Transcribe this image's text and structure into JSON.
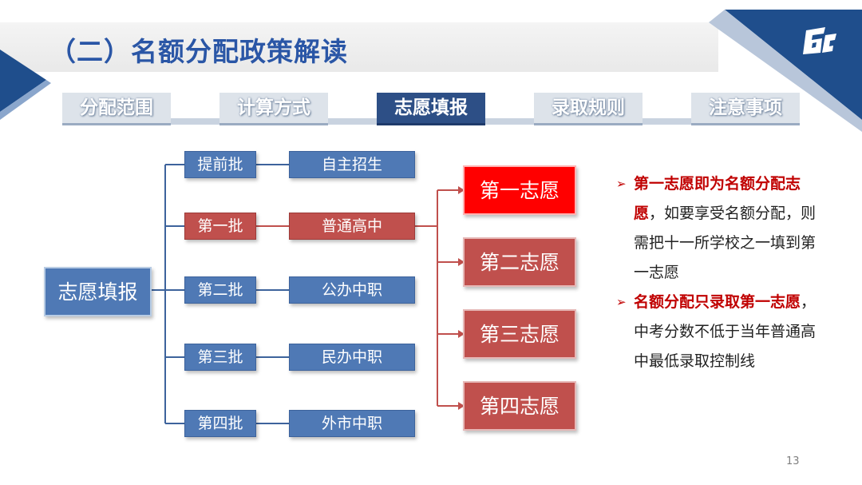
{
  "header": {
    "title": "（二）名额分配政策解读"
  },
  "tabs": [
    {
      "label": "分配范围",
      "active": false
    },
    {
      "label": "计算方式",
      "active": false
    },
    {
      "label": "志愿填报",
      "active": true
    },
    {
      "label": "录取规则",
      "active": false
    },
    {
      "label": "注意事项",
      "active": false
    }
  ],
  "diagram": {
    "root": "志愿填报",
    "batches": [
      "提前批",
      "第一批",
      "第二批",
      "第三批",
      "第四批"
    ],
    "schools": [
      "自主招生",
      "普通高中",
      "公办中职",
      "民办中职",
      "外市中职"
    ],
    "choices": [
      "第一志愿",
      "第二志愿",
      "第三志愿",
      "第四志愿"
    ]
  },
  "notes": [
    {
      "highlight": "第一志愿即为名额分配志愿",
      "text": "，如要享受名额分配，则需把十一所学校之一填到第一志愿"
    },
    {
      "highlight": "名额分配只录取第一志愿",
      "text": "，中考分数不低于当年普通高中最低录取控制线"
    }
  ],
  "colors": {
    "title": "#2a56a6",
    "box_blue": "#4f79b5",
    "box_red": "#c0504d",
    "first_choice": "#ff0000",
    "highlight": "#c00000",
    "corner": "#1f4e8c"
  },
  "footer": {
    "page_number": "13"
  }
}
